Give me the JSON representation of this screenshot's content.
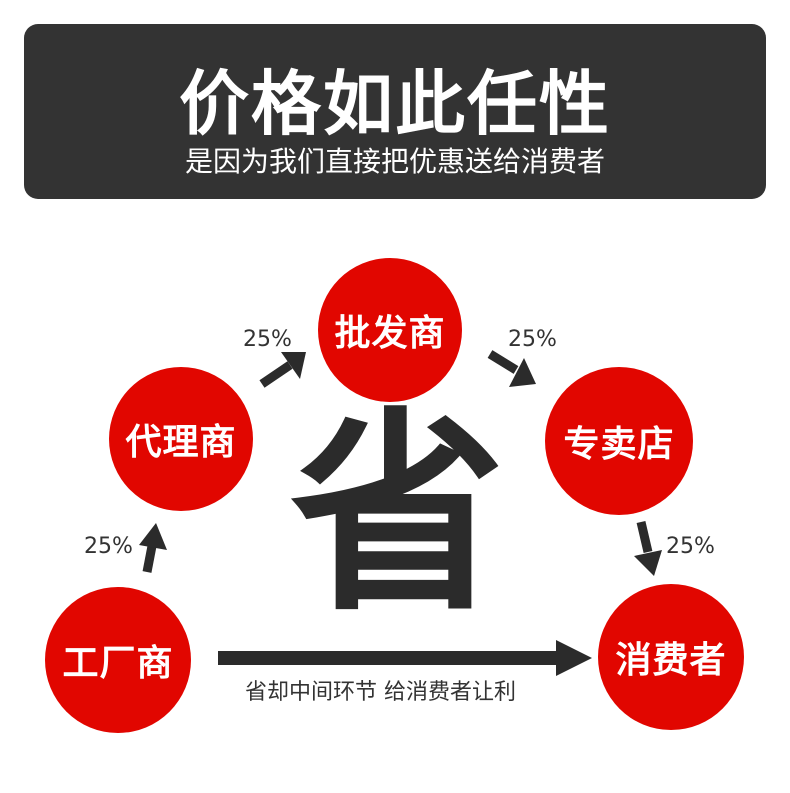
{
  "banner": {
    "title": "价格如此任性",
    "subtitle": "是因为我们直接把优惠送给消费者"
  },
  "nodes": {
    "wholesaler": "批发商",
    "agent": "代理商",
    "retailer": "专卖店",
    "factory": "工厂商",
    "consumer": "消费者"
  },
  "percentages": {
    "agent_to_wholesaler": "25%",
    "wholesaler_to_retailer": "25%",
    "factory_to_agent": "25%",
    "retailer_to_consumer": "25%"
  },
  "center": {
    "glyph": "省"
  },
  "direct_route": {
    "caption": "省却中间环节 给消费者让利"
  },
  "colors": {
    "red": "#e10600",
    "dark": "#333333"
  }
}
